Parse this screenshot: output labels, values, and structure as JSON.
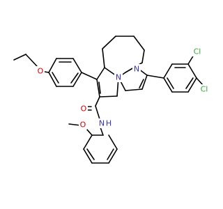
{
  "molecule": {
    "atoms": {
      "cl_top": {
        "text": "Cl",
        "color": "#33aa33"
      },
      "cl_bottom": {
        "text": "Cl",
        "color": "#33aa33"
      },
      "n_ring": {
        "text": "N",
        "color": "#3333cc"
      },
      "n_fused": {
        "text": "N",
        "color": "#3333cc"
      },
      "o_ether": {
        "text": "O",
        "color": "#cc0000"
      },
      "o_carbonyl": {
        "text": "O",
        "color": "#cc0000"
      },
      "nh_amide": {
        "text": "N",
        "color": "#3333cc"
      },
      "h_amide": {
        "text": "H",
        "color": "#3333cc"
      },
      "o_methoxy": {
        "text": "O",
        "color": "#cc0000"
      }
    }
  }
}
